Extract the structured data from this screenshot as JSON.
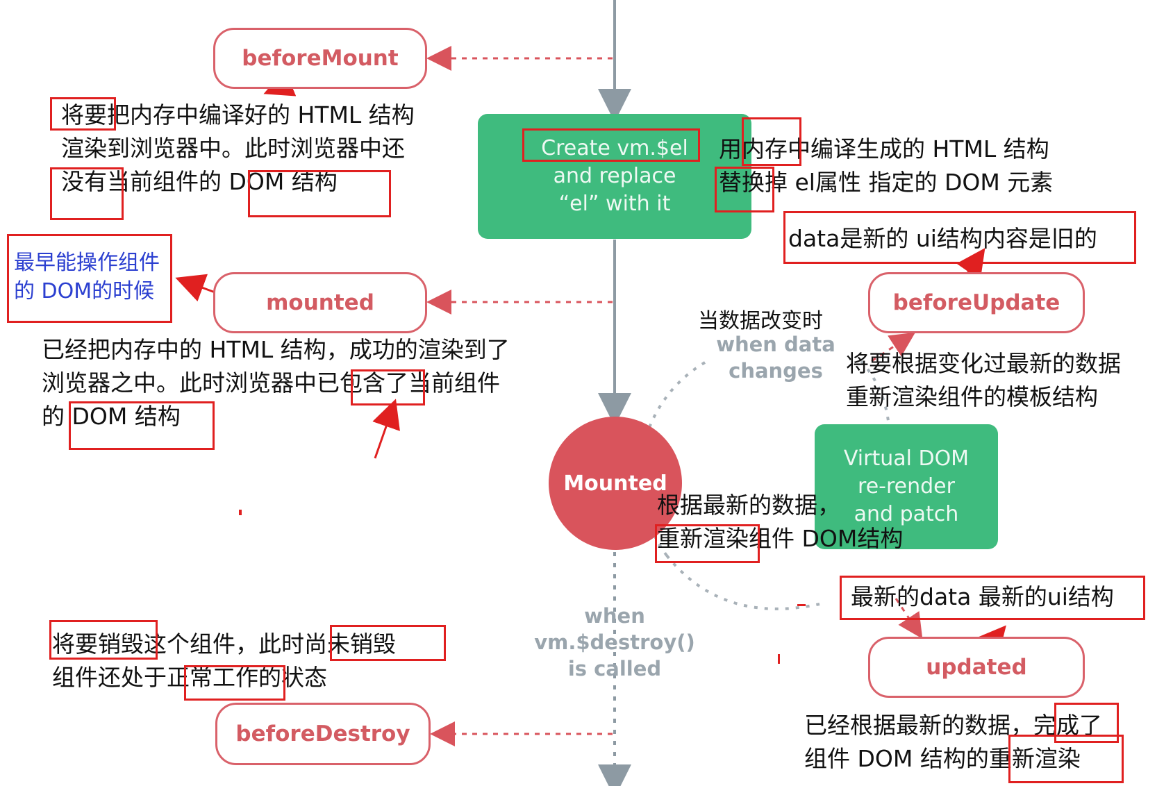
{
  "hooks": {
    "before_mount": "beforeMount",
    "mounted": "mounted",
    "before_update": "beforeUpdate",
    "updated": "updated",
    "before_destroy": "beforeDestroy"
  },
  "center": {
    "create_box": "Create vm.$el\nand replace\n“el” with it",
    "mounted_circle": "Mounted",
    "virtual_dom_box": "Virtual DOM\nre-render\nand patch",
    "when_data_changes": "when data\nchanges",
    "when_destroy_called": "when\nvm.$destroy()\nis called"
  },
  "annotations": {
    "before_mount_note": "将要把内存中编译好的 HTML 结构\n渲染到浏览器中。此时浏览器中还\n没有当前组件的 DOM 结构",
    "create_note": "用内存中编译生成的 HTML 结构\n替换掉 el属性 指定的 DOM 元素",
    "earliest_note": "最早能操作组件\n的 DOM的时候",
    "mounted_note": "已经把内存中的 HTML 结构，成功的渲染到了\n浏览器之中。此时浏览器中已包含了当前组件\n的 DOM 结构",
    "data_new_note": "data是新的 ui结构内容是旧的",
    "data_change_label": "当数据改变时",
    "before_update_note": "将要根据变化过最新的数据\n重新渲染组件的模板结构",
    "rerender_note": "根据最新的数据，\n重新渲染组件 DOM结构",
    "latest_note": "最新的data 最新的ui结构",
    "updated_note": "已经根据最新的数据，完成了\n组件 DOM 结构的重新渲染",
    "before_destroy_note": "将要销毁这个组件，此时尚未销毁\n组件还处于正常工作的状态"
  },
  "colors": {
    "hook_border": "#d9616a",
    "hook_text": "#d35b62",
    "green_box": "#3fbb7e",
    "mounted_circle": "#d9545c",
    "flow_line": "#8d9aa3",
    "highlight": "#e02020",
    "note_blue": "#2b3fd0"
  }
}
